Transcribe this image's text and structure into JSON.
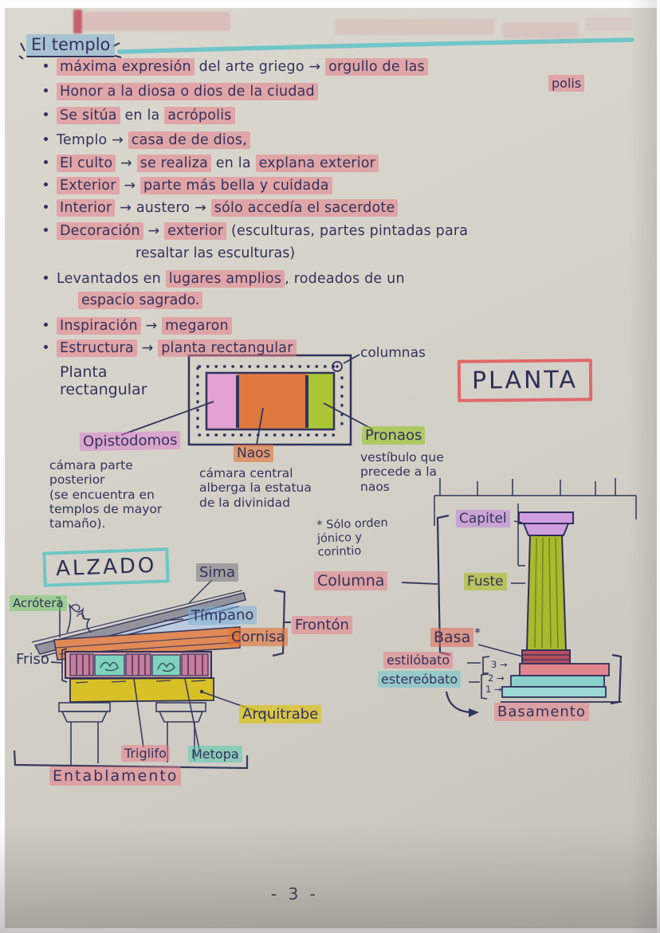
{
  "palette": {
    "paper": "#d6d3ca",
    "ink": "#32325c",
    "highlight_pink": "#e77e89",
    "highlight_blue": "#76aed6",
    "highlight_orange": "#e47030",
    "highlight_green": "#96c628",
    "highlight_magenta": "#e076d0",
    "highlight_purple": "#c180e0",
    "highlight_olive": "#acbc1c",
    "highlight_yellow": "#dbc212",
    "highlight_gray": "#767682",
    "highlight_teal": "#58cbb0",
    "box_red": "#e0696b",
    "box_teal": "#6cc7c4"
  },
  "header": {
    "title": "El templo"
  },
  "bullets": [
    {
      "segments": [
        "máxima expresión",
        " del arte griego → ",
        "orgullo de las"
      ],
      "sub": "polis"
    },
    {
      "segments": [
        "Honor a la diosa o dios de la ciudad"
      ]
    },
    {
      "segments": [
        "Se sitúa",
        " en la ",
        "acrópolis"
      ]
    },
    {
      "segments": [
        "Templo → ",
        "casa de de dios,"
      ]
    },
    {
      "segments": [
        "El culto",
        " → ",
        "se realiza",
        " en la ",
        "explana exterior"
      ]
    },
    {
      "segments": [
        "Exterior",
        " → ",
        "parte más bella y cuidada"
      ]
    },
    {
      "segments": [
        "Interior",
        " → austero → ",
        "sólo accedía el sacerdote"
      ]
    },
    {
      "segments": [
        "Decoración",
        " → ",
        "exterior",
        " (esculturas, partes pintadas para"
      ],
      "sub": "resaltar las esculturas)"
    },
    {
      "segments": [
        "Levantados en ",
        "lugares amplios",
        ", rodeados de un"
      ],
      "sub": "espacio sagrado."
    },
    {
      "segments": [
        "Inspiración",
        " → ",
        "megaron"
      ]
    },
    {
      "segments": [
        "Estructura",
        " → ",
        "planta rectangular"
      ]
    }
  ],
  "planta": {
    "caption": "Planta\nrectangular",
    "title": "PLANTA",
    "columnas": "columnas",
    "opistodomos_label": "Opistodomos",
    "opistodomos_desc": "cámara parte\nposterior\n(se encuentra en\ntemplos de mayor\ntamaño).",
    "naos_label": "Naos",
    "naos_desc": "cámara central\nalberga la estatua\nde la divinidad",
    "pronaos_label": "Pronaos",
    "pronaos_desc": "vestíbulo que\nprecede a la\nnaos"
  },
  "alzado": {
    "title": "ALZADO",
    "sima": "Sima",
    "acrotera": "Acrótera",
    "timpano": "Tímpano",
    "cornisa": "Cornisa",
    "fronton": "Frontón",
    "friso": "Friso",
    "arquitrabe": "Arquitrabe",
    "triglifo": "Triglifo",
    "metopa": "Metopa",
    "entablamento": "Entablamento"
  },
  "columna": {
    "note": "* Sólo orden\njónico y\ncorintio",
    "label": "Columna",
    "capitel": "Capitel",
    "fuste": "Fuste",
    "basa": "Basa",
    "asterisk": "*",
    "estilobato": "estilóbato",
    "estereobato": "estereóbato",
    "step3": "3 →",
    "step2": "2 →",
    "step1": "1 →",
    "basamento": "Basamento"
  },
  "footer": {
    "page_number": "- 3 -"
  }
}
